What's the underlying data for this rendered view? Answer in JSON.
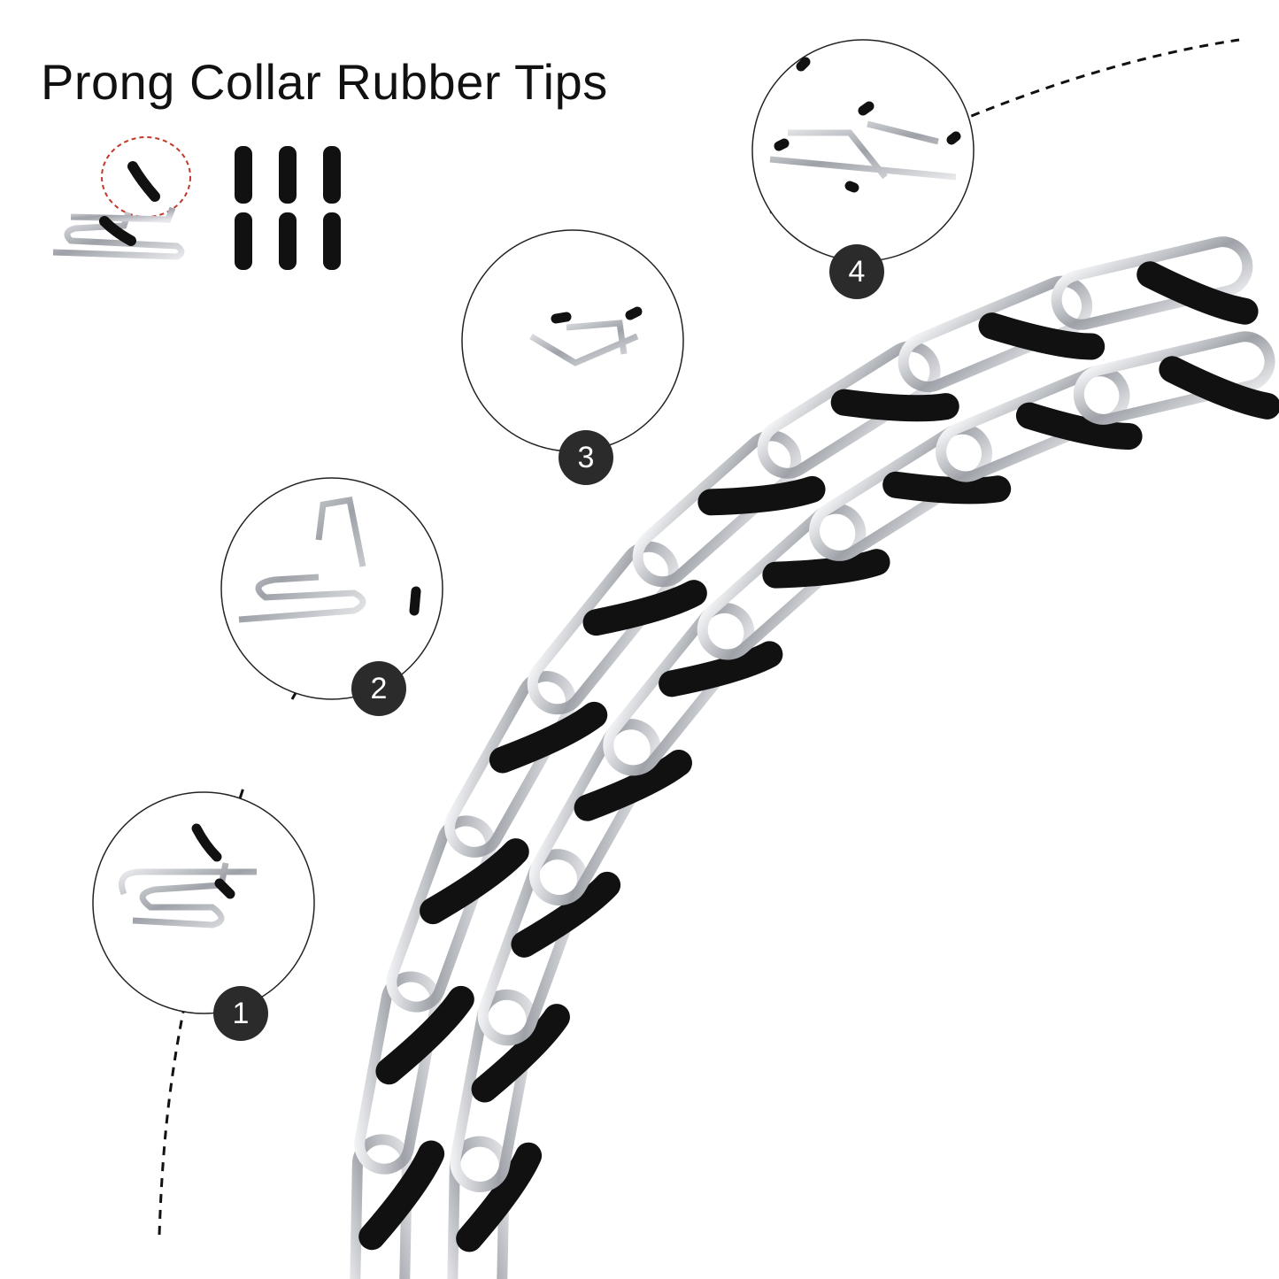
{
  "title": "Prong Collar Rubber Tips",
  "steps": [
    {
      "number": "1",
      "icon": "single-prong-with-tip-icon"
    },
    {
      "number": "2",
      "icon": "separating-prongs-icon"
    },
    {
      "number": "3",
      "icon": "hands-attaching-prong-icon"
    },
    {
      "number": "4",
      "icon": "assembled-collar-icon"
    }
  ],
  "colors": {
    "tip": "#111111",
    "chrome": "#b9bcc2",
    "badge": "#2b2b2b",
    "dash": "#111111"
  }
}
